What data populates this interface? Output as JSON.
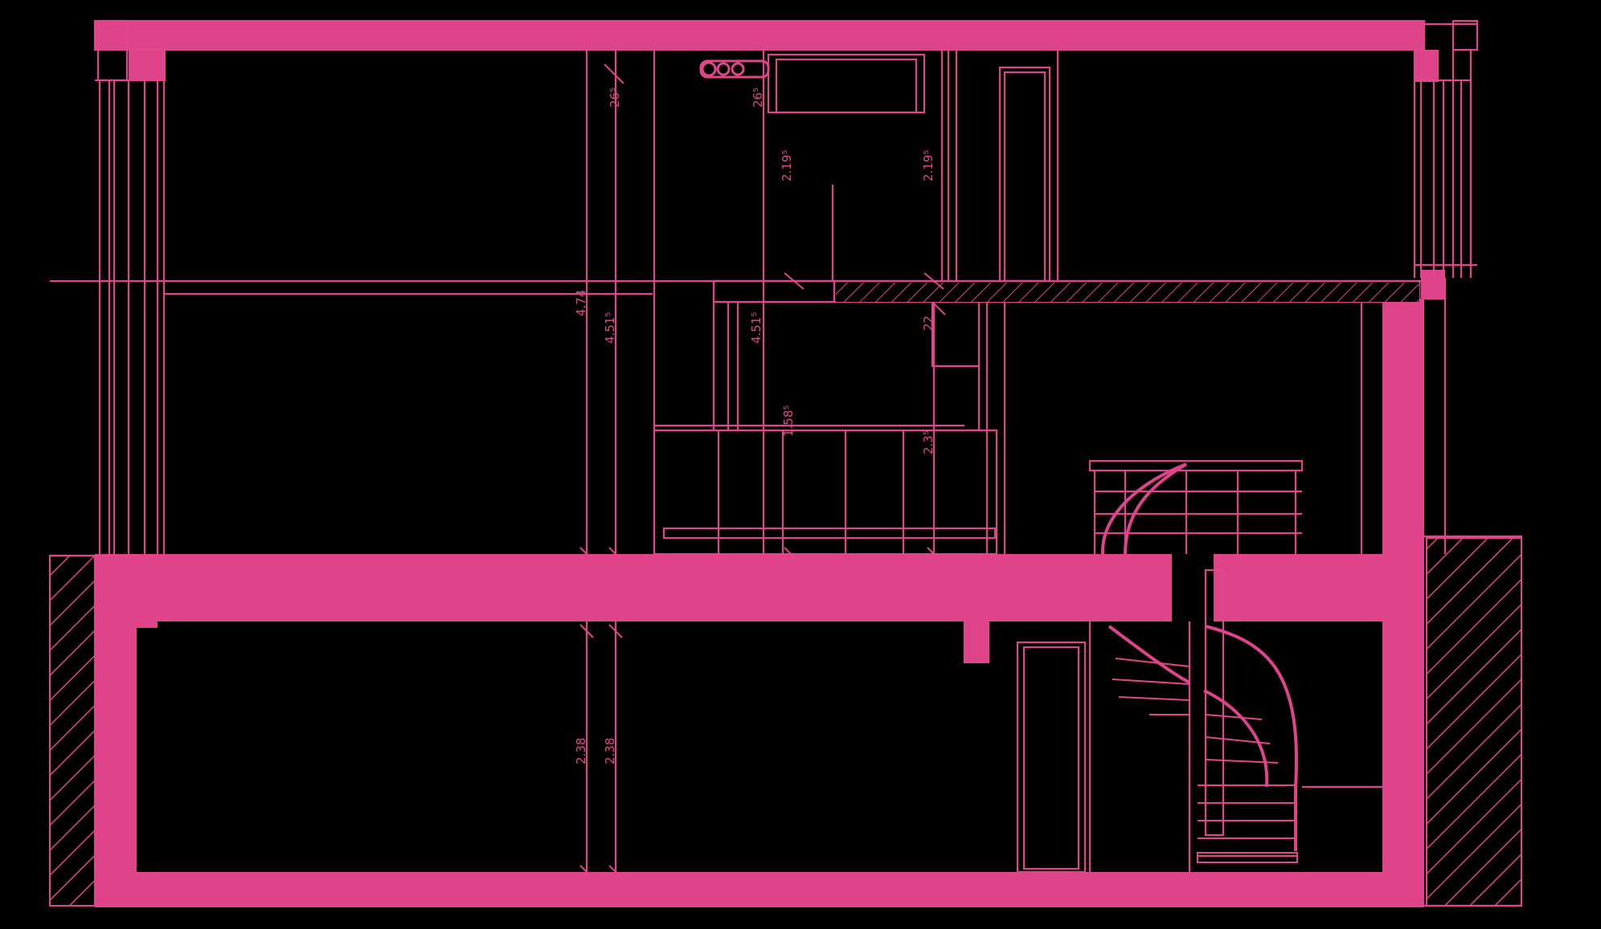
{
  "colors": {
    "background": "#000000",
    "line": "#e0478a",
    "solid": "#df4389",
    "hatch": "#e0478a"
  },
  "dimensions": {
    "d_26_left": "26⁵",
    "d_26_right": "26⁵",
    "d_219_a": "2.19⁵",
    "d_219_b": "2.19⁵",
    "d_474": "4.74",
    "d_451_a": "4.51⁵",
    "d_451_b": "4.51⁵",
    "d_22": "22",
    "d_158": "1.58⁵",
    "d_23": "2.3⁵",
    "d_238_a": "2.38",
    "d_238_b": "2.38"
  }
}
